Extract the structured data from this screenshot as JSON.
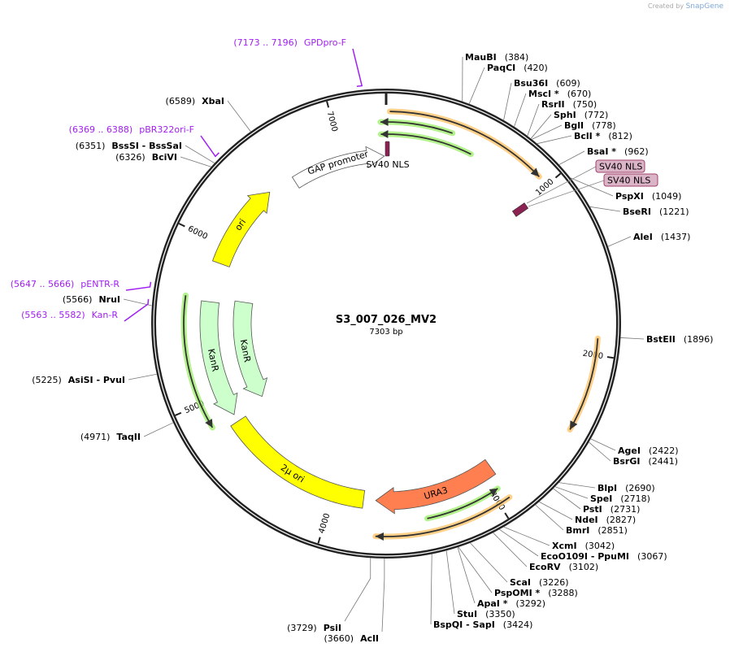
{
  "credit": {
    "prefix": "Created by",
    "brand": "SnapGene"
  },
  "plasmid": {
    "name": "S3_007_026_MV2",
    "length_label": "7303 bp",
    "length_bp": 7303
  },
  "ticks": [
    {
      "bp": 1000,
      "label": "1000"
    },
    {
      "bp": 2000,
      "label": "2000"
    },
    {
      "bp": 3000,
      "label": "3000"
    },
    {
      "bp": 4000,
      "label": "4000"
    },
    {
      "bp": 5000,
      "label": "5000"
    },
    {
      "bp": 6000,
      "label": "6000"
    },
    {
      "bp": 7000,
      "label": "7000"
    }
  ],
  "enzymes": [
    {
      "name": "MauBI",
      "pos": "(384)",
      "site": 384
    },
    {
      "name": "PaqCI",
      "pos": "(420)",
      "site": 420
    },
    {
      "name": "Bsu36I",
      "pos": "(609)",
      "site": 609
    },
    {
      "name": "MscI *",
      "pos": "(670)",
      "site": 670
    },
    {
      "name": "RsrII",
      "pos": "(750)",
      "site": 750
    },
    {
      "name": "SphI",
      "pos": "(772)",
      "site": 772
    },
    {
      "name": "BglI",
      "pos": "(778)",
      "site": 778
    },
    {
      "name": "BclI *",
      "pos": "(812)",
      "site": 812
    },
    {
      "name": "BsaI *",
      "pos": "(962)",
      "site": 962
    },
    {
      "name": "PspXI",
      "pos": "(1049)",
      "site": 1049
    },
    {
      "name": "BseRI",
      "pos": "(1221)",
      "site": 1221
    },
    {
      "name": "AleI",
      "pos": "(1437)",
      "site": 1437
    },
    {
      "name": "BstEII",
      "pos": "(1896)",
      "site": 1896
    },
    {
      "name": "AgeI",
      "pos": "(2422)",
      "site": 2422
    },
    {
      "name": "BsrGI",
      "pos": "(2441)",
      "site": 2441
    },
    {
      "name": "BlpI",
      "pos": "(2690)",
      "site": 2690
    },
    {
      "name": "SpeI",
      "pos": "(2718)",
      "site": 2718
    },
    {
      "name": "PstI",
      "pos": "(2731)",
      "site": 2731
    },
    {
      "name": "NdeI",
      "pos": "(2827)",
      "site": 2827
    },
    {
      "name": "BmrI",
      "pos": "(2851)",
      "site": 2851
    },
    {
      "name": "XcmI",
      "pos": "(3042)",
      "site": 3042
    },
    {
      "name": "EcoO109I   - PpuMI",
      "pos": "(3067)",
      "site": 3067
    },
    {
      "name": "EcoRV",
      "pos": "(3102)",
      "site": 3102
    },
    {
      "name": "ScaI",
      "pos": "(3226)",
      "site": 3226
    },
    {
      "name": "PspOMI *",
      "pos": "(3288)",
      "site": 3288
    },
    {
      "name": "ApaI *",
      "pos": "(3292)",
      "site": 3292
    },
    {
      "name": "StuI",
      "pos": "(3350)",
      "site": 3350
    },
    {
      "name": "BspQI   - SapI",
      "pos": "(3424)",
      "site": 3424
    },
    {
      "name": "AclI",
      "pos": "(3660)",
      "site": 3660
    },
    {
      "name": "PsiI",
      "pos": "(3729)",
      "site": 3729
    },
    {
      "name": "TaqII",
      "pos": "(4971)",
      "site": 4971
    },
    {
      "name": "AsiSI   - PvuI",
      "pos": "(5225)",
      "site": 5225
    },
    {
      "name": "NruI",
      "pos": "(5566)",
      "site": 5566
    },
    {
      "name": "BciVI",
      "pos": "(6326)",
      "site": 6326
    },
    {
      "name": "BssSI   - BssSaI",
      "pos": "(6351)",
      "site": 6351
    },
    {
      "name": "XbaI",
      "pos": "(6589)",
      "site": 6589
    }
  ],
  "primers": [
    {
      "name": "GPDpro-F",
      "range": "(7173 .. 7196)",
      "site": 7185
    },
    {
      "name": "pBR322ori-F",
      "range": "(6369 .. 6388)",
      "site": 6378
    },
    {
      "name": "pENTR-R",
      "range": "(5647 .. 5666)",
      "site": 5656
    },
    {
      "name": "Kan-R",
      "range": "(5563 .. 5582)",
      "site": 5572
    }
  ],
  "features": [
    {
      "name": "GAP promoter",
      "start": 6640,
      "end": 7290,
      "dir": "cw",
      "color": "#ffffff"
    },
    {
      "name": "ori",
      "start": 5880,
      "end": 6460,
      "dir": "cw",
      "color": "#ffff00"
    },
    {
      "name": "KanR",
      "start": 4850,
      "end": 5620,
      "dir": "ccw",
      "color": "#ccffcc"
    },
    {
      "name": "KanR",
      "start": 4860,
      "end": 5650,
      "dir": "ccw",
      "color": "#ccffcc"
    },
    {
      "name": "2μ ori",
      "start": 3800,
      "end": 4800,
      "dir": "none",
      "color": "#ffff00"
    },
    {
      "name": "URA3",
      "start": 2920,
      "end": 3720,
      "dir": "cw",
      "color": "#ff7f50"
    }
  ],
  "sv40_nls": [
    {
      "label": "SV40 NLS",
      "site": 7290
    },
    {
      "label": "SV40 NLS",
      "site": 1010
    },
    {
      "label": "SV40 NLS",
      "site": 1012
    }
  ],
  "orfs": [
    {
      "start": 20,
      "end": 937,
      "dir": "cw",
      "color": "#ffc060"
    },
    {
      "start": 1907,
      "end": 2434,
      "dir": "cw",
      "color": "#ffc060"
    },
    {
      "start": 2933,
      "end": 3710,
      "dir": "cw",
      "color": "#ffc060"
    },
    {
      "start": 7270,
      "end": 390,
      "dir": "ccw",
      "color": "#99ee66"
    },
    {
      "start": 7270,
      "end": 540,
      "dir": "ccw",
      "color": "#99ee66"
    },
    {
      "start": 2960,
      "end": 3410,
      "dir": "ccw",
      "color": "#99ee66"
    },
    {
      "start": 4850,
      "end": 5640,
      "dir": "ccw",
      "color": "#99ee66"
    }
  ]
}
